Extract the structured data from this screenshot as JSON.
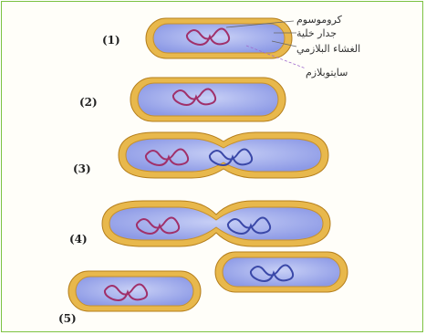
{
  "diagram": {
    "steps": [
      "(1)",
      "(2)",
      "(3)",
      "(4)",
      "(5)"
    ],
    "labels": [
      "كروموسوم",
      "جدار خلية",
      "الغشاء البلازمي",
      "سايتوبلازم"
    ]
  },
  "colors": {
    "frame": "#7cc242",
    "wall": "#e8b84c",
    "membrane": "#c7902a",
    "cytoplasm": "#a9b4ef",
    "chromosome_red": "#a0306a",
    "chromosome_blue": "#3a48a8"
  }
}
